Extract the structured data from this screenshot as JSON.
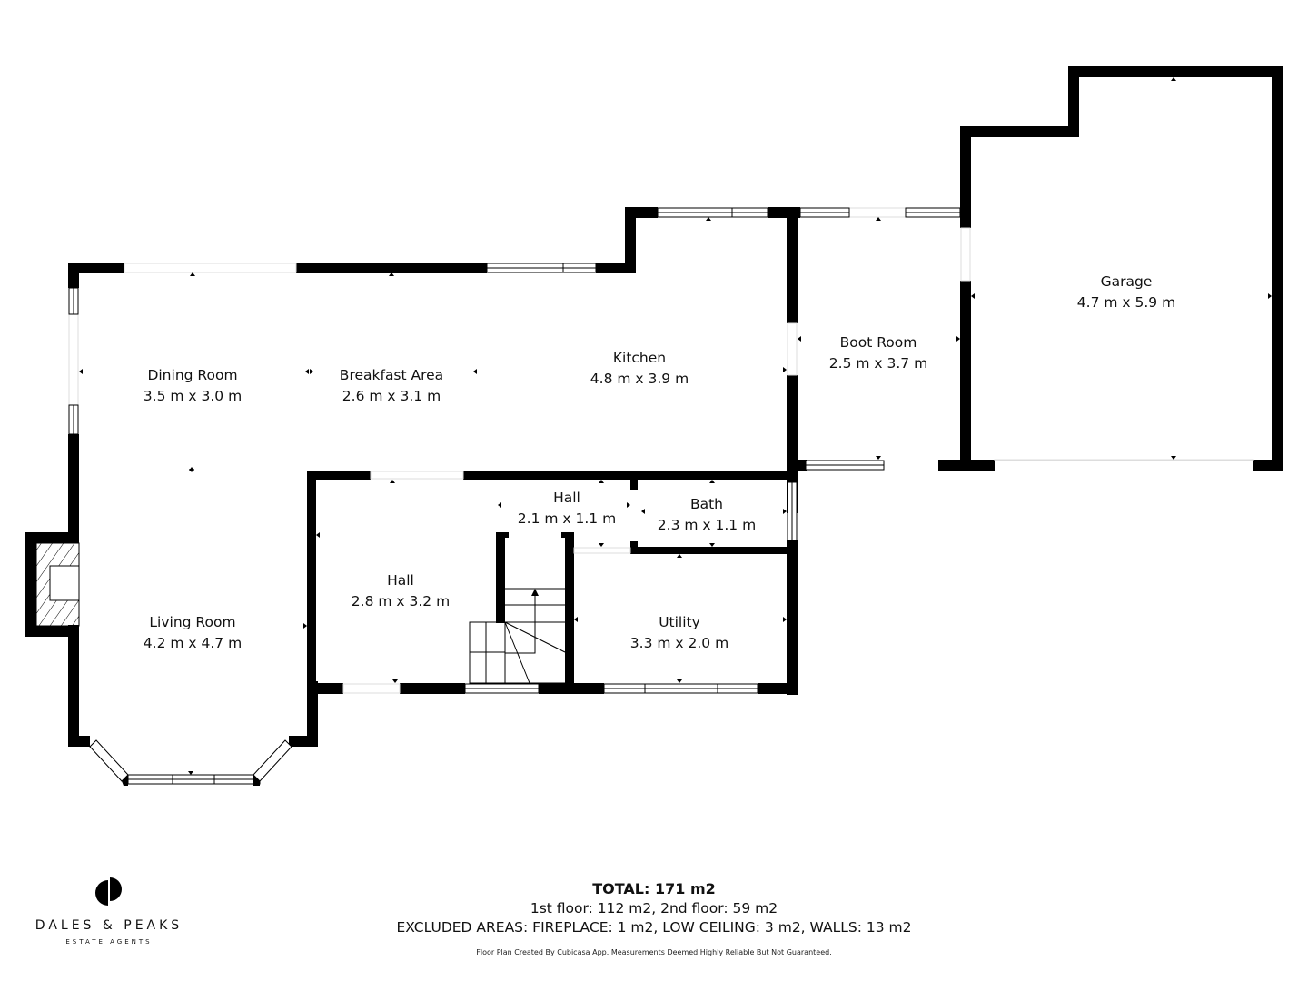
{
  "floor_plan": {
    "rooms": [
      {
        "name": "Dining Room",
        "size": "3.5 m x 3.0 m"
      },
      {
        "name": "Breakfast Area",
        "size": "2.6 m x 3.1 m"
      },
      {
        "name": "Kitchen",
        "size": "4.8 m x 3.9 m"
      },
      {
        "name": "Boot Room",
        "size": "2.5 m x 3.7 m"
      },
      {
        "name": "Garage",
        "size": "4.7 m x 5.9 m"
      },
      {
        "name": "Hall",
        "size": "2.1 m x 1.1 m"
      },
      {
        "name": "Bath",
        "size": "2.3 m x 1.1 m"
      },
      {
        "name": "Hall",
        "size": "2.8 m x 3.2 m"
      },
      {
        "name": "Utility",
        "size": "3.3 m x 2.0 m"
      },
      {
        "name": "Living Room",
        "size": "4.2 m x 4.7 m"
      }
    ],
    "colors": {
      "wall": "#000000",
      "background": "#ffffff"
    }
  },
  "branding": {
    "name": "DALES & PEAKS",
    "subtitle": "ESTATE AGENTS"
  },
  "summary": {
    "total": "TOTAL: 171 m2",
    "floors": "1st floor: 112 m2, 2nd floor: 59 m2",
    "excluded": "EXCLUDED AREAS: FIREPLACE: 1 m2, LOW CEILING: 3 m2, WALLS: 13 m2",
    "credit": "Floor Plan Created By Cubicasa App. Measurements Deemed Highly Reliable But Not Guaranteed."
  }
}
